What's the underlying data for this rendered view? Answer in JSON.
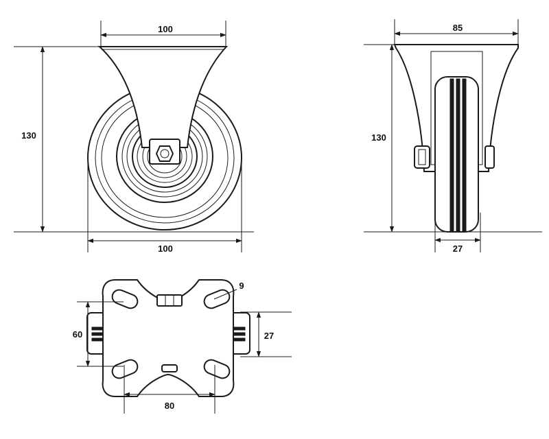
{
  "front_view": {
    "top_width_label": "100",
    "height_label": "130",
    "bottom_width_label": "100"
  },
  "side_view": {
    "width_label": "85",
    "height_label": "130",
    "wheel_width_label": "27"
  },
  "bottom_view": {
    "slot_label": "9",
    "height_label": "60",
    "wheel_width_label": "27",
    "bolt_spacing_label": "80"
  },
  "colors": {
    "line": "#1a1a1a",
    "background": "#ffffff"
  }
}
